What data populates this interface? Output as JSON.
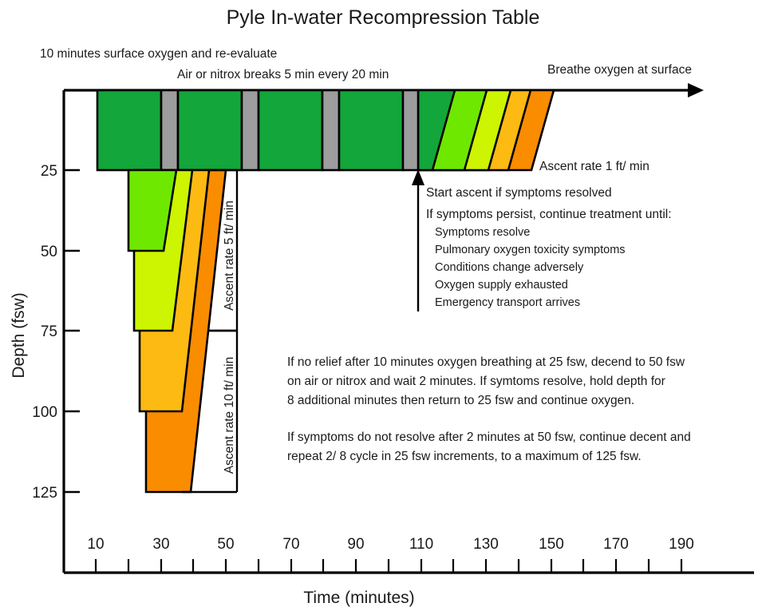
{
  "title": "Pyle In-water Recompression Table",
  "annotations": {
    "surface_oxygen": "10 minutes surface oxygen and re-evaluate",
    "breaks": "Air or nitrox breaks 5 min every 20 min",
    "breathe_oxygen": "Breathe oxygen at surface",
    "ascent_rate_1": "Ascent rate 1 ft/ min",
    "ascent_rate_5": "Ascent rate 5 ft/ min",
    "ascent_rate_10": "Ascent rate 10 ft/ min",
    "start_ascent": "Start ascent if symptoms resolved",
    "persist_header": "If symptoms persist, continue treatment until:",
    "persist_items": [
      "Symptoms resolve",
      "Pulmonary oxygen toxicity symptoms",
      "Conditions change adversely",
      "Oxygen supply exhausted",
      "Emergency transport arrives"
    ],
    "paragraph_1": [
      "If no relief after 10 minutes oxygen breathing at 25 fsw, decend to 50 fsw",
      "on air or nitrox and wait 2 minutes. If symtoms resolve, hold depth for",
      "8 additional minutes then return to 25 fsw and continue oxygen."
    ],
    "paragraph_2": [
      "If symptoms do not resolve after 2 minutes at 50 fsw, continue decent and",
      "repeat 2/ 8 cycle in 25 fsw increments, to a maximum of 125 fsw."
    ]
  },
  "chart_data": {
    "type": "area",
    "title": "Pyle In-water Recompression Table",
    "xlabel": "Time (minutes)",
    "ylabel": "Depth (fsw)",
    "xlim": [
      0,
      200
    ],
    "ylim": [
      0,
      135
    ],
    "x_ticks": [
      10,
      30,
      50,
      70,
      90,
      110,
      130,
      150,
      170,
      190
    ],
    "x_minor_step": 10,
    "y_ticks": [
      25,
      50,
      75,
      100,
      125
    ],
    "grid": false,
    "legend": "none",
    "colors": {
      "oxygen_green": "#13A63A",
      "break_gray": "#9D9D9D",
      "depth_50": "#6FE800",
      "depth_75": "#CDF400",
      "depth_100": "#FDBA12",
      "depth_125": "#FA8C00",
      "outline": "#000000"
    },
    "oxygen_segments_25fsw": [
      {
        "start": 10,
        "end": 30,
        "kind": "oxygen"
      },
      {
        "start": 30,
        "end": 35,
        "kind": "break"
      },
      {
        "start": 35,
        "end": 55,
        "kind": "oxygen"
      },
      {
        "start": 55,
        "end": 60,
        "kind": "break"
      },
      {
        "start": 60,
        "end": 80,
        "kind": "oxygen"
      },
      {
        "start": 80,
        "end": 85,
        "kind": "break"
      },
      {
        "start": 85,
        "end": 105,
        "kind": "oxygen"
      },
      {
        "start": 105,
        "end": 110,
        "kind": "break"
      },
      {
        "start": 110,
        "end": 140,
        "kind": "oxygen"
      }
    ],
    "depth_excursions": [
      {
        "depth": 50,
        "descend_at": 20,
        "hold_until": 30,
        "return_to": 25,
        "color": "#6FE800"
      },
      {
        "depth": 75,
        "descend_at": 22,
        "hold_until": 33,
        "return_to": 25,
        "color": "#CDF400"
      },
      {
        "depth": 100,
        "descend_at": 24,
        "hold_until": 36,
        "return_to": 25,
        "color": "#FDBA12"
      },
      {
        "depth": 125,
        "descend_at": 26,
        "hold_until": 39,
        "return_to": 25,
        "color": "#FA8C00"
      }
    ],
    "final_ascent_bands": [
      {
        "color": "#13A63A",
        "from_depth": 25,
        "surface_at": 140
      },
      {
        "color": "#6FE800",
        "from_depth": 25,
        "surface_at": 150
      },
      {
        "color": "#CDF400",
        "from_depth": 25,
        "surface_at": 157
      },
      {
        "color": "#FDBA12",
        "from_depth": 25,
        "surface_at": 163
      },
      {
        "color": "#FA8C00",
        "from_depth": 25,
        "surface_at": 170
      }
    ],
    "ascent_rate_brackets": [
      {
        "label": "Ascent rate 5 ft/ min",
        "from_depth": 25,
        "to_depth": 75
      },
      {
        "label": "Ascent rate 10 ft/ min",
        "from_depth": 75,
        "to_depth": 125
      }
    ]
  }
}
